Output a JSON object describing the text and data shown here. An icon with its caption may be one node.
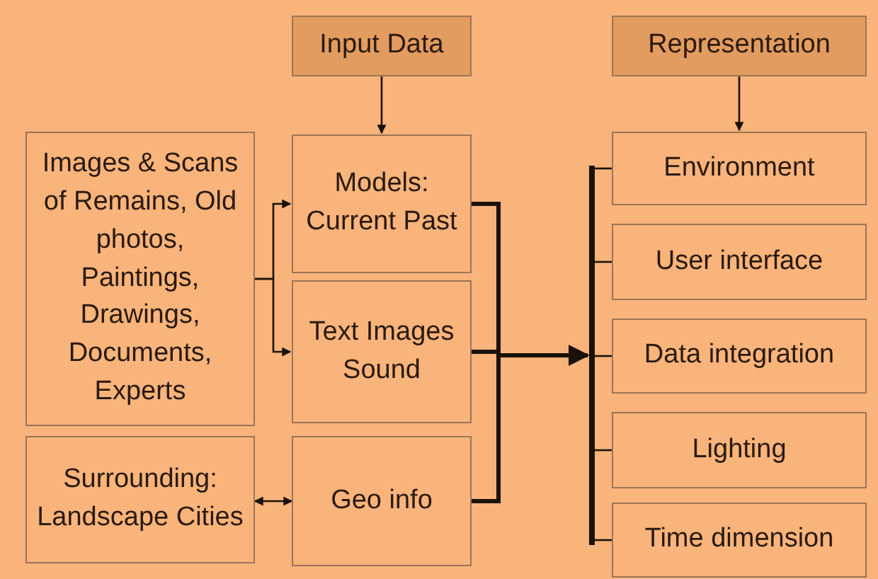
{
  "diagram": {
    "nodes": [
      {
        "text": [
          "Input Data"
        ]
      },
      {
        "text": [
          "Representation"
        ]
      },
      {
        "text": [
          "Images & Scans of Remains, Old photos, Paintings, Drawings, Documents, Experts"
        ]
      },
      {
        "text": [
          "Models: Current Past"
        ]
      },
      {
        "text": [
          "Text Images Sound"
        ]
      },
      {
        "text": [
          "Surrounding: Landscape Cities"
        ]
      },
      {
        "text": [
          "Geo info"
        ]
      },
      {
        "text": [],
        "shape": "bar"
      },
      {
        "text": [
          "Environment"
        ]
      },
      {
        "text": [
          "User interface"
        ]
      },
      {
        "text": [
          "Data integration"
        ]
      },
      {
        "text": [
          "Lighting"
        ]
      },
      {
        "text": [
          "Time dimension"
        ]
      }
    ],
    "edges": [
      {
        "from": 0,
        "to": 3,
        "arrow": "to"
      },
      {
        "from": 1,
        "to": 8,
        "arrow": "to"
      },
      {
        "from": 2,
        "to": 3,
        "arrow": "to"
      },
      {
        "from": 2,
        "to": 4,
        "arrow": "to"
      },
      {
        "from": 5,
        "to": 6,
        "arrow": "both"
      },
      {
        "from": 3,
        "to": 7,
        "arrow": "to",
        "style": "thick"
      },
      {
        "from": 4,
        "to": 7,
        "arrow": "to",
        "style": "thick"
      },
      {
        "from": 6,
        "to": 7,
        "arrow": "to",
        "style": "thick"
      },
      {
        "from": 7,
        "to": 8,
        "arrow": "none"
      },
      {
        "from": 7,
        "to": 9,
        "arrow": "none"
      },
      {
        "from": 7,
        "to": 10,
        "arrow": "none"
      },
      {
        "from": 7,
        "to": 11,
        "arrow": "none"
      },
      {
        "from": 7,
        "to": 12,
        "arrow": "none"
      }
    ]
  }
}
